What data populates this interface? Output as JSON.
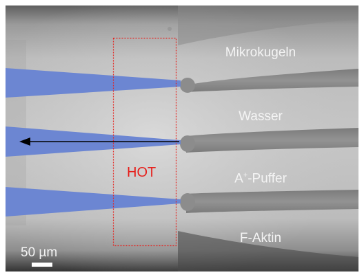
{
  "micrograph": {
    "channels": [
      {
        "label": "Mikrokugeln"
      },
      {
        "label": "Wasser"
      },
      {
        "label_prefix": "A",
        "label_superscript": "+",
        "label_suffix": "-Puffer"
      },
      {
        "label": "F-Aktin"
      }
    ],
    "hot_zone": {
      "label": "HOT",
      "color": "#e6201c"
    },
    "scale_bar": {
      "label": "50 µm"
    },
    "colors": {
      "pipette_blue": "#6c86d2",
      "arrow": "#000000",
      "background": "#c2c2c2",
      "channel_dark": "#878787",
      "wall_dark": "#5c5c5c"
    }
  }
}
